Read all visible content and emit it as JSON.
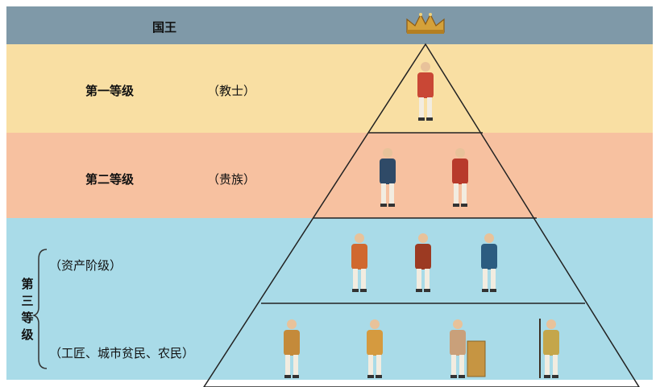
{
  "bands": {
    "king": {
      "label": "国王"
    },
    "first": {
      "label": "第一等级",
      "sub": "（教士）"
    },
    "second": {
      "label": "第二等级",
      "sub": "（贵族）"
    },
    "third": {
      "label": "第三等级",
      "bourgeoisie": "（资产阶级）",
      "commoners": "（工匠、城市贫民、农民）"
    }
  },
  "colors": {
    "king": "#7f99a8",
    "first": "#f9dfa3",
    "second": "#f7c1a0",
    "third": "#a9dbe8",
    "crown": "#d4a13a"
  },
  "icons": [
    "crown-icon",
    "clergy-figure",
    "noble-figure",
    "bourgeois-figure",
    "commoner-figure"
  ]
}
